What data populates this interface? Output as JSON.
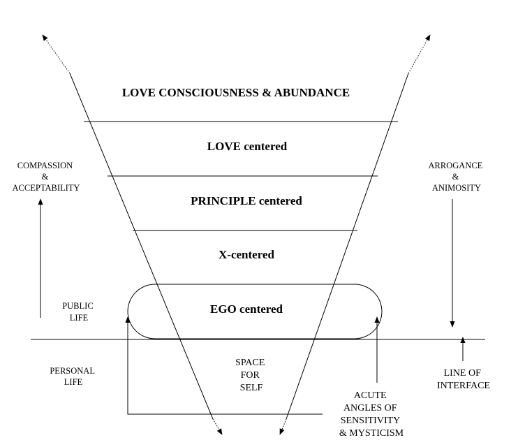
{
  "levels": {
    "l1": "LOVE CONSCIOUSNESS & ABUNDANCE",
    "l2": "LOVE centered",
    "l3": "PRINCIPLE centered",
    "l4": "X-centered",
    "l5": "EGO centered"
  },
  "left": {
    "compassion": [
      "COMPASSION",
      "&",
      "ACCEPTABILITY"
    ],
    "public_life": [
      "PUBLIC",
      "LIFE"
    ],
    "personal_life": [
      "PERSONAL",
      "LIFE"
    ]
  },
  "right": {
    "arrogance": [
      "ARROGANCE",
      "&",
      "ANIMOSITY"
    ],
    "line_of_interface": [
      "LINE OF",
      "INTERFACE"
    ],
    "acute": [
      "ACUTE",
      "ANGLES OF",
      "SENSITIVITY",
      "& MYSTICISM"
    ]
  },
  "center": {
    "space_for_self": [
      "SPACE",
      "FOR",
      "SELF"
    ]
  }
}
